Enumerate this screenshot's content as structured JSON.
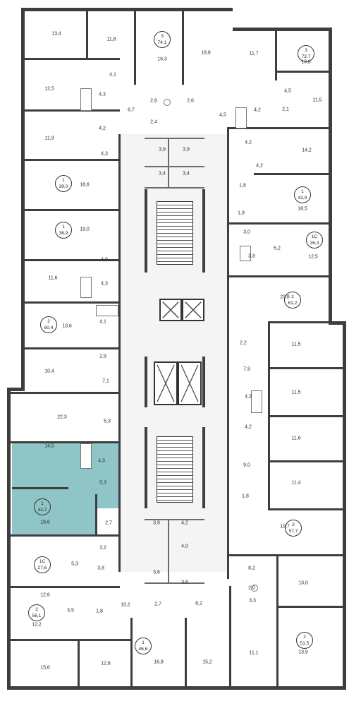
{
  "floor_plan": {
    "selected_apartment": {
      "rooms": "1",
      "total": "42,7",
      "color": "#8fc5c6"
    },
    "apartments": [
      {
        "rooms": "3",
        "total": "74,1"
      },
      {
        "rooms": "3",
        "total": "73,7"
      },
      {
        "rooms": "1",
        "total": "39,0"
      },
      {
        "rooms": "1",
        "total": "42,9"
      },
      {
        "rooms": "1",
        "total": "38,9"
      },
      {
        "rooms": "1С",
        "total": "26,4"
      },
      {
        "rooms": "2",
        "total": "61,2"
      },
      {
        "rooms": "2",
        "total": "60,4"
      },
      {
        "rooms": "1",
        "total": "42,7"
      },
      {
        "rooms": "2",
        "total": "57,7"
      },
      {
        "rooms": "1С",
        "total": "27,6"
      },
      {
        "rooms": "2",
        "total": "56,1"
      },
      {
        "rooms": "2",
        "total": "51,5"
      },
      {
        "rooms": "1",
        "total": "46,6"
      }
    ],
    "rooms": [
      "13,4",
      "11,8",
      "16,3",
      "18,8",
      "11,7",
      "13,8",
      "4,1",
      "12,5",
      "4,3",
      "6,7",
      "2,6",
      "2,6",
      "4,5",
      "4,5",
      "4,2",
      "2,1",
      "11,5",
      "4,2",
      "2,4",
      "11,9",
      "4,2",
      "4,3",
      "14,2",
      "3,9",
      "3,9",
      "4,2",
      "18,6",
      "3,4",
      "3,4",
      "1,8",
      "18,5",
      "1,9",
      "19,0",
      "3,0",
      "5,2",
      "12,5",
      "4,0",
      "3,8",
      "11,6",
      "4,3",
      "23,8",
      "4,1",
      "13,6",
      "2,2",
      "11,5",
      "2,9",
      "7,9",
      "10,4",
      "7,1",
      "4,3",
      "11,5",
      "22,3",
      "4,2",
      "5,3",
      "11,6",
      "14,5",
      "4,3",
      "9,0",
      "5,3",
      "11,4",
      "1,8",
      "18,6",
      "2,7",
      "3,9",
      "4,2",
      "19,7",
      "4,0",
      "3,2",
      "8,2",
      "5,3",
      "3,8",
      "3,6",
      "3,6",
      "13,0",
      "12,6",
      "2,0",
      "3,3",
      "3,5",
      "1,8",
      "10,2",
      "2,7",
      "8,2",
      "12,2",
      "15,6",
      "12,8",
      "16,9",
      "15,2",
      "11,1",
      "13,9"
    ]
  }
}
